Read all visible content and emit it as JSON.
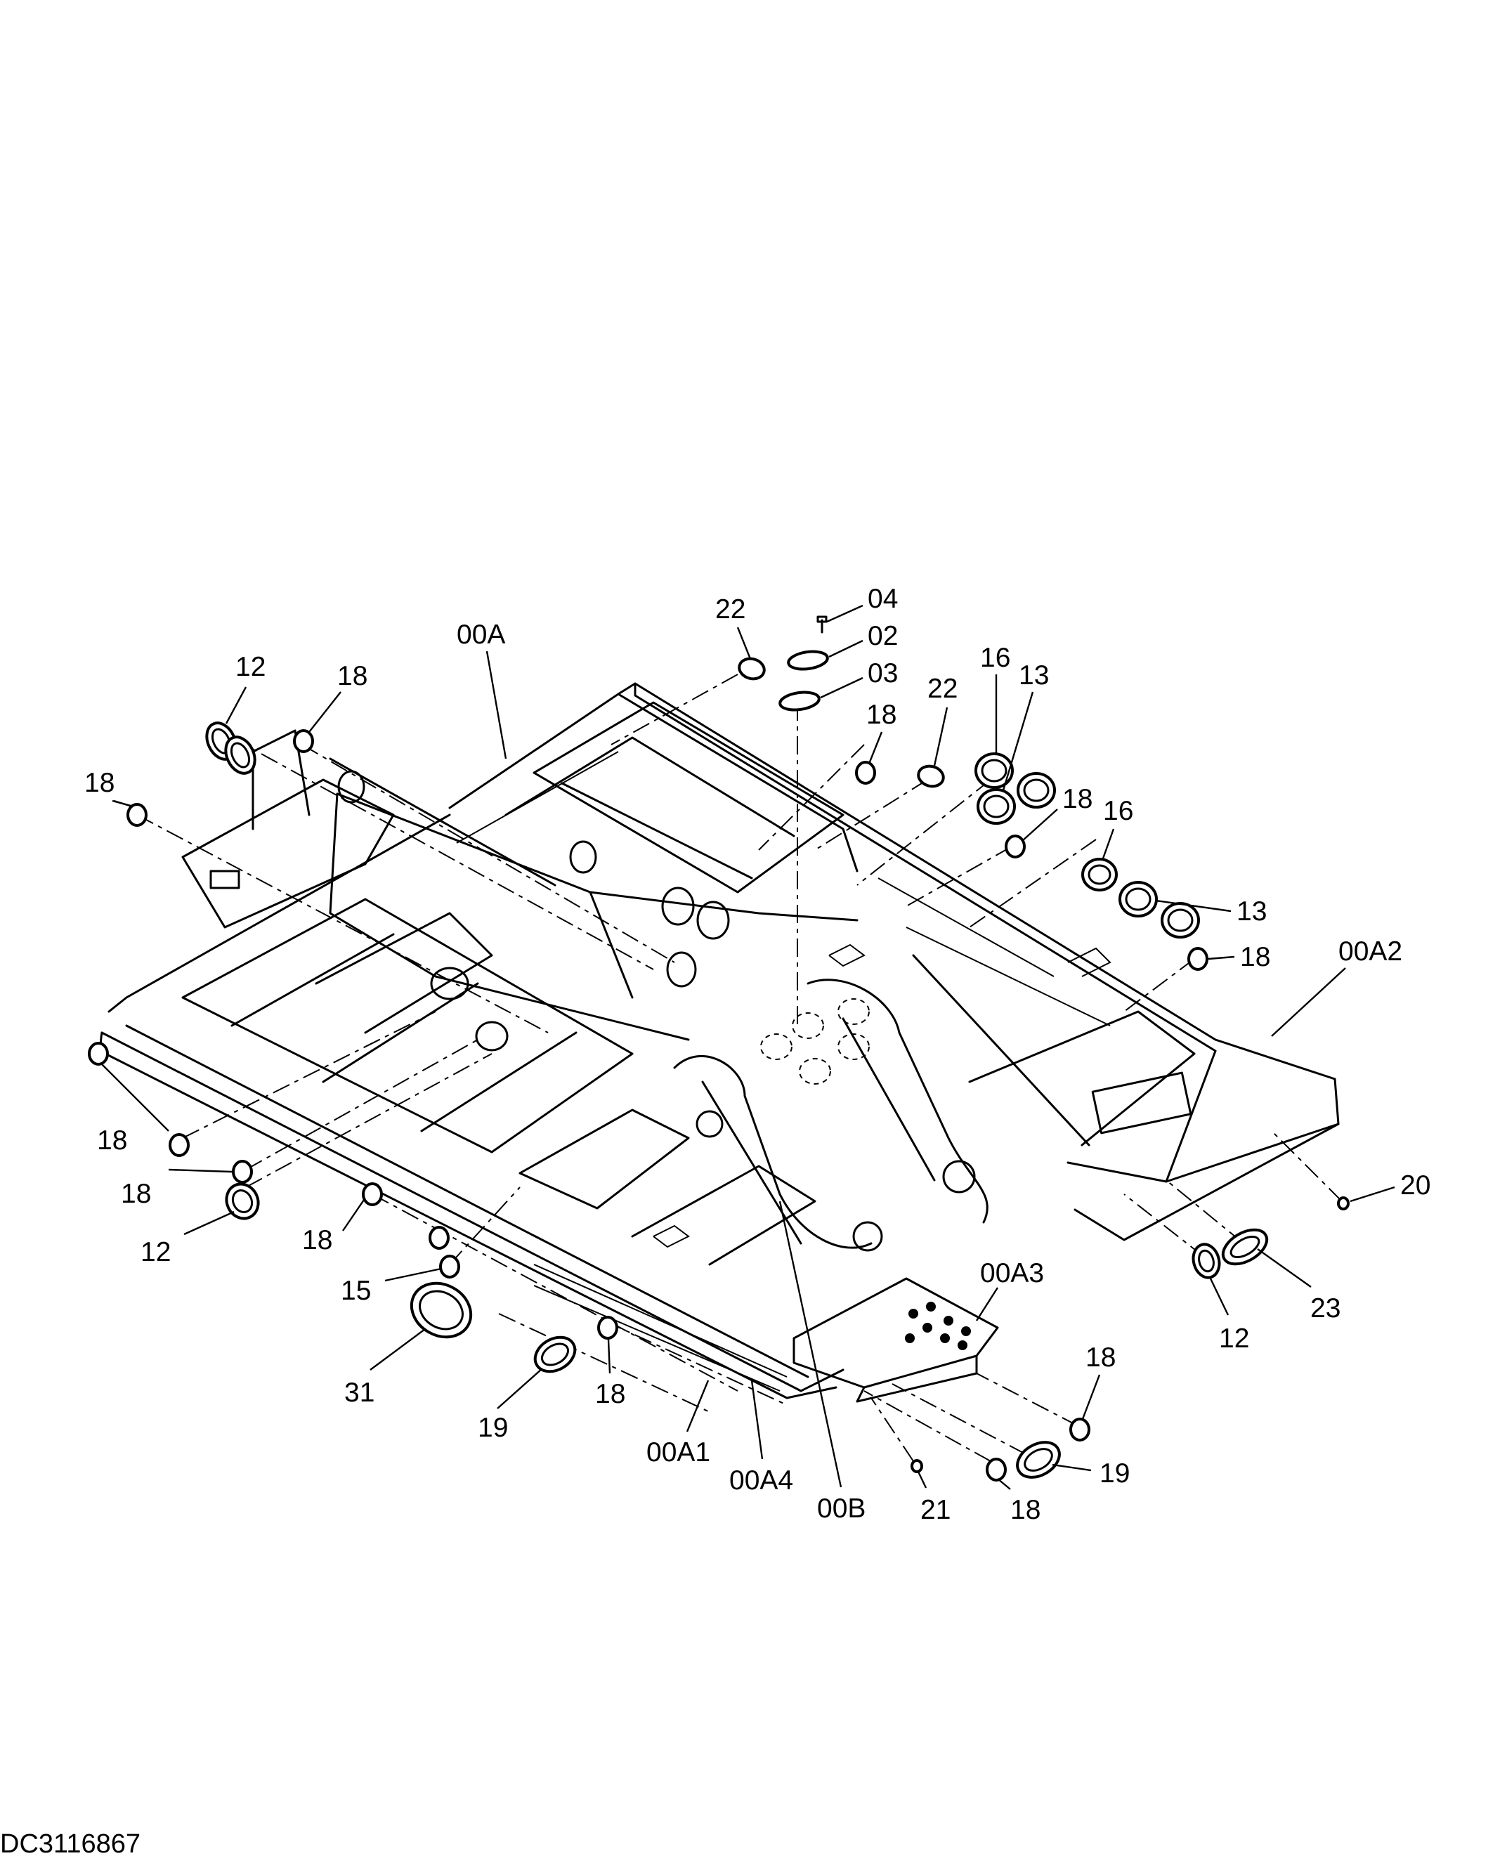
{
  "document_id": "DC3116867",
  "callouts": [
    {
      "id": "c-04",
      "text": "04"
    },
    {
      "id": "c-22a",
      "text": "22"
    },
    {
      "id": "c-02",
      "text": "02"
    },
    {
      "id": "c-00a",
      "text": "00A"
    },
    {
      "id": "c-03",
      "text": "03"
    },
    {
      "id": "c-22b",
      "text": "22"
    },
    {
      "id": "c-12a",
      "text": "12"
    },
    {
      "id": "c-16a",
      "text": "16"
    },
    {
      "id": "c-13a",
      "text": "13"
    },
    {
      "id": "c-18a",
      "text": "18"
    },
    {
      "id": "c-18b",
      "text": "18"
    },
    {
      "id": "c-18c",
      "text": "18"
    },
    {
      "id": "c-18d",
      "text": "18"
    },
    {
      "id": "c-16b",
      "text": "16"
    },
    {
      "id": "c-13b",
      "text": "13"
    },
    {
      "id": "c-18e",
      "text": "18"
    },
    {
      "id": "c-00a2",
      "text": "00A2"
    },
    {
      "id": "c-18f",
      "text": "18"
    },
    {
      "id": "c-18g",
      "text": "18"
    },
    {
      "id": "c-20",
      "text": "20"
    },
    {
      "id": "c-12b",
      "text": "12"
    },
    {
      "id": "c-18h",
      "text": "18"
    },
    {
      "id": "c-12c",
      "text": "12"
    },
    {
      "id": "c-23",
      "text": "23"
    },
    {
      "id": "c-15",
      "text": "15"
    },
    {
      "id": "c-00a3",
      "text": "00A3"
    },
    {
      "id": "c-31",
      "text": "31"
    },
    {
      "id": "c-19a",
      "text": "19"
    },
    {
      "id": "c-18i",
      "text": "18"
    },
    {
      "id": "c-18j",
      "text": "18"
    },
    {
      "id": "c-00a1",
      "text": "00A1"
    },
    {
      "id": "c-00a4",
      "text": "00A4"
    },
    {
      "id": "c-00b",
      "text": "00B"
    },
    {
      "id": "c-21",
      "text": "21"
    },
    {
      "id": "c-18k",
      "text": "18"
    },
    {
      "id": "c-19b",
      "text": "19"
    }
  ]
}
